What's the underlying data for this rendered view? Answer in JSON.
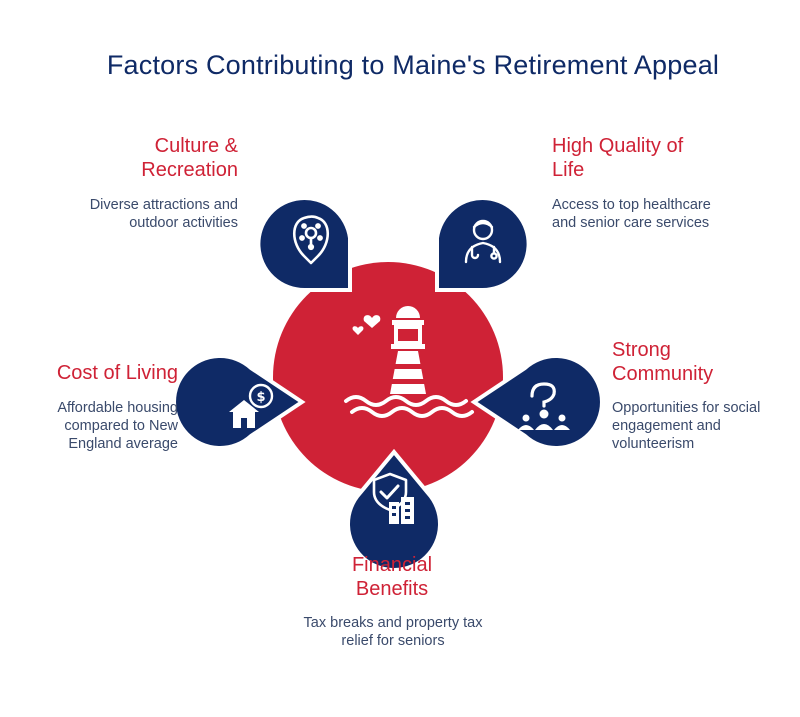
{
  "title": "Factors Contributing to Maine's Retirement Appeal",
  "colors": {
    "navy": "#0f2a66",
    "red": "#cf2236",
    "text": "#3a4a6b",
    "white": "#ffffff"
  },
  "center": {
    "icon": "lighthouse-with-hearts-icon"
  },
  "factors": [
    {
      "heading": "Culture & Recreation",
      "description": "Diverse attractions and outdoor activities",
      "icon": "location-pin-network-icon"
    },
    {
      "heading": "High Quality of Life",
      "description": "Access to top healthcare and senior care services",
      "icon": "doctor-stethoscope-icon"
    },
    {
      "heading": "Strong Community",
      "description": "Opportunities for social engagement and volunteerism",
      "icon": "community-group-icon"
    },
    {
      "heading": "Financial Benefits",
      "description": "Tax breaks and property tax relief for seniors",
      "icon": "shield-building-icon"
    },
    {
      "heading": "Cost of Living",
      "description": "Affordable housing compared to New England average",
      "icon": "house-dollar-icon"
    }
  ]
}
